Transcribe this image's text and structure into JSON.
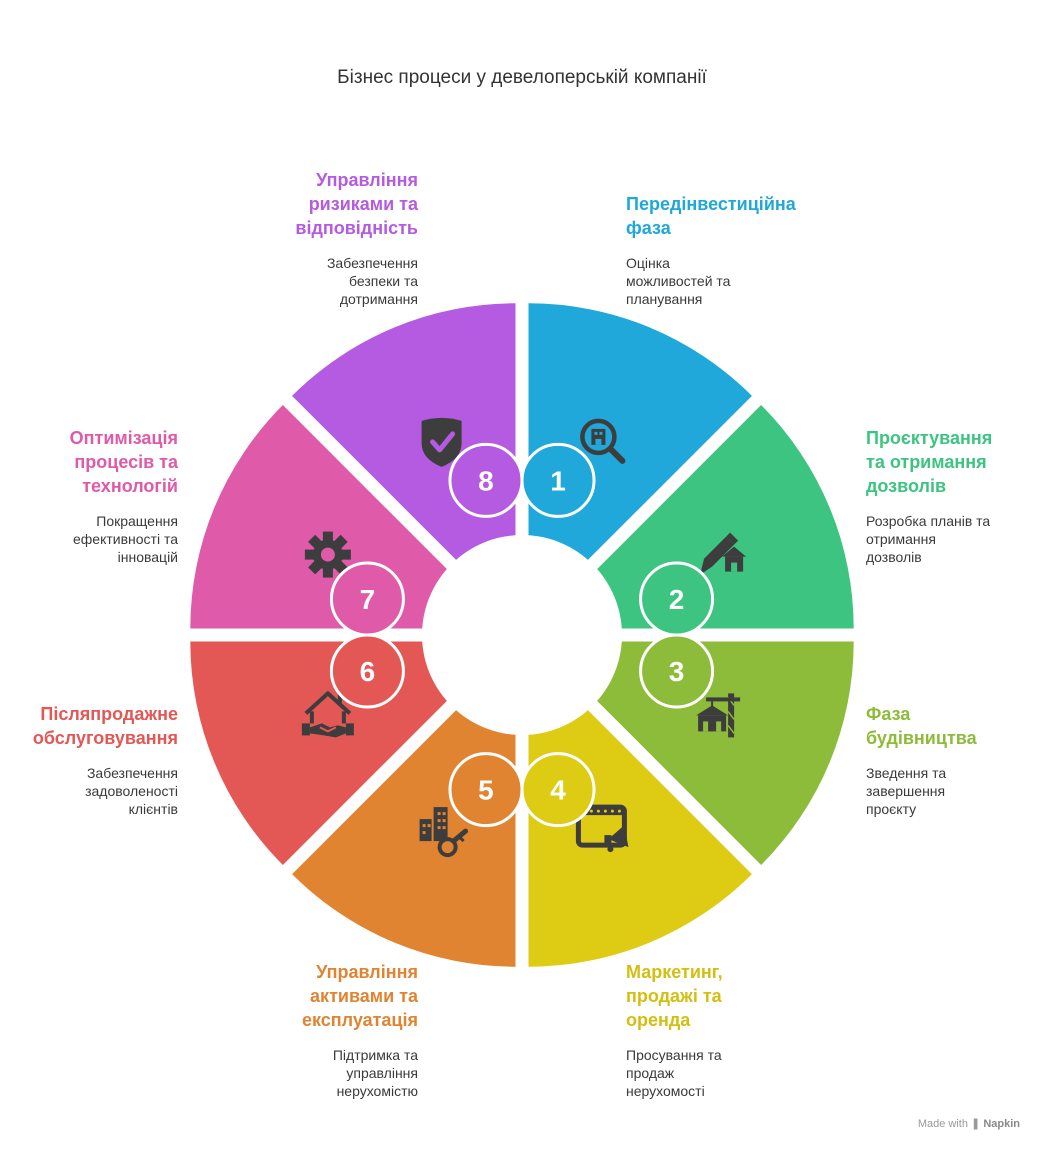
{
  "title": "Бізнес процеси у девелоперській компанії",
  "footer": {
    "made_with": "Made with",
    "brand": "Napkin"
  },
  "segments": [
    {
      "num": "1",
      "title": "Передінвестиційна\nфаза",
      "desc": "Оцінка\nможливостей та\nпланування",
      "color": "#1FA8D9",
      "icon": "search-building-icon"
    },
    {
      "num": "2",
      "title": "Проєктування\nта отримання\nдозволів",
      "desc": "Розробка планів та\nотримання\nдозволів",
      "color": "#3CC480",
      "icon": "pencil-house-icon"
    },
    {
      "num": "3",
      "title": "Фаза\nбудівництва",
      "desc": "Зведення та\nзавершення\nпроєкту",
      "color": "#8DBB3A",
      "icon": "crane-icon"
    },
    {
      "num": "4",
      "title": "Маркетинг,\nпродажі та\nоренда",
      "desc": "Просування та\nпродаж\nнерухомості",
      "color": "#DECB14",
      "icon": "billboard-megaphone-icon"
    },
    {
      "num": "5",
      "title": "Управління\nактивами та\nексплуатація",
      "desc": "Підтримка та\nуправління\nнерухомістю",
      "color": "#E08431",
      "icon": "buildings-key-icon"
    },
    {
      "num": "6",
      "title": "Післяпродажне\nобслуговування",
      "desc": "Забезпечення\nзадоволеності\nклієнтів",
      "color": "#E35755",
      "icon": "house-handshake-icon"
    },
    {
      "num": "7",
      "title": "Оптимізація\nпроцесів та\nтехнологій",
      "desc": "Покращення\nефективності та\nінновацій",
      "color": "#DF5AA8",
      "icon": "gear-icon"
    },
    {
      "num": "8",
      "title": "Управління\nризиками та\nвідповідність",
      "desc": "Забезпечення\nбезпеки та\nдотримання",
      "color": "#B45BE2",
      "icon": "shield-check-icon"
    }
  ]
}
